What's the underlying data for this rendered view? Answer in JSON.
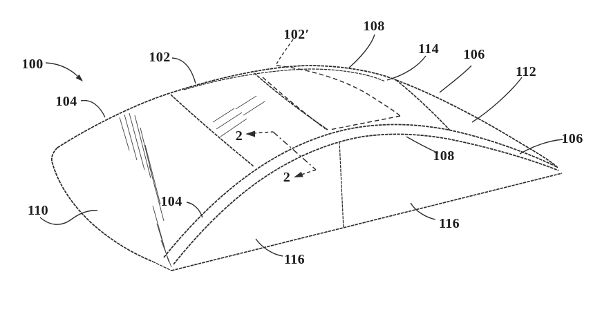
{
  "figure": {
    "kind": "patent-line-drawing",
    "subject": "vehicle glass canopy / movable roof panel, perspective view",
    "background_color": "#ffffff",
    "line_color": "#2e2e2e",
    "label_color": "#1d1d1d"
  },
  "labels": {
    "l100": "100",
    "l102": "102",
    "l102p": "102′",
    "l104a": "104",
    "l104b": "104",
    "l106a": "106",
    "l106b": "106",
    "l108a": "108",
    "l108b": "108",
    "l110": "110",
    "l112": "112",
    "l114": "114",
    "l116a": "116",
    "l116b": "116",
    "sec2a": "2",
    "sec2b": "2"
  }
}
